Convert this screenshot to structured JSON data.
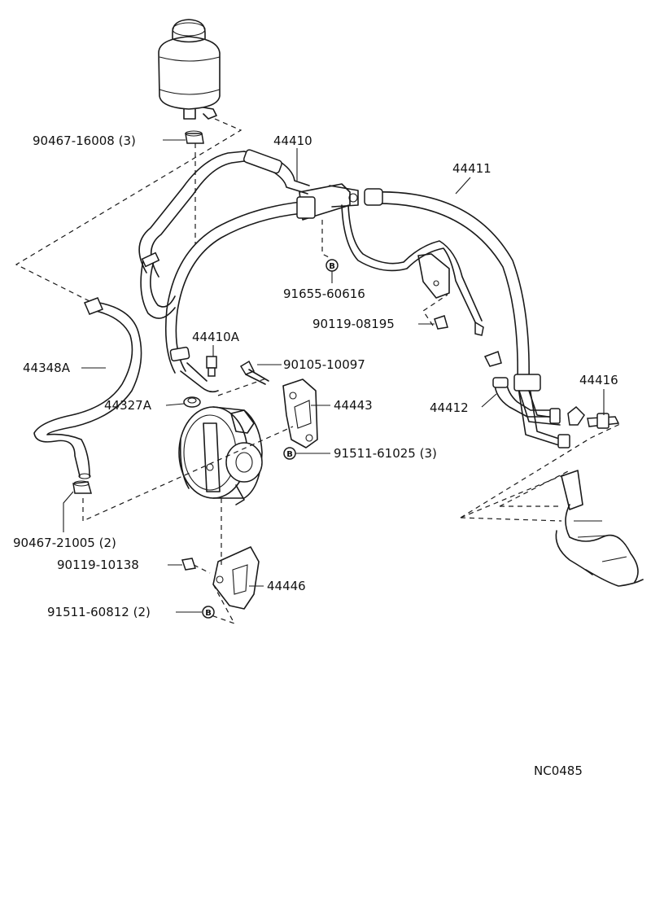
{
  "diagram": {
    "code": "NC0485",
    "labels": {
      "clamp_reservoir": "90467-16008 (3)",
      "hose_44410": "44410",
      "hose_44411": "44411",
      "bolt_91655": "91655-60616",
      "clip_90119_08195": "90119-08195",
      "union_44410A": "44410A",
      "hose_44348A": "44348A",
      "bolt_90105": "90105-10097",
      "gasket_44327A": "44327A",
      "bracket_44443": "44443",
      "hose_44412": "44412",
      "union_44416": "44416",
      "bolt_91511_61025": "91511-61025 (3)",
      "clamp_90467_21005": "90467-21005 (2)",
      "bolt_90119_10138": "90119-10138",
      "bracket_44446": "44446",
      "bolt_91511_60812": "91511-60812 (2)"
    },
    "marker_b": "B"
  }
}
